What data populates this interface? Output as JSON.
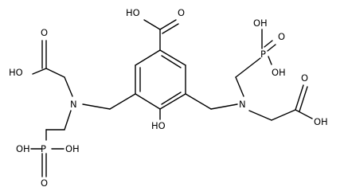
{
  "molecule": {
    "labels": {
      "carboxyl_top_oh": "HO",
      "carboxyl_top_o": "O",
      "phenol_oh": "HO",
      "left_n": "N",
      "right_n": "N",
      "left_carboxyl_o": "O",
      "left_carboxyl_oh": "HO",
      "right_carboxyl_o": "O",
      "right_carboxyl_oh": "OH",
      "left_p": "P",
      "left_p_oh_left": "OH",
      "left_p_oh_right": "OH",
      "left_p_o": "O",
      "right_p": "P",
      "right_p_oh_top": "OH",
      "right_p_oh_right": "OH",
      "right_p_o": "O"
    }
  }
}
